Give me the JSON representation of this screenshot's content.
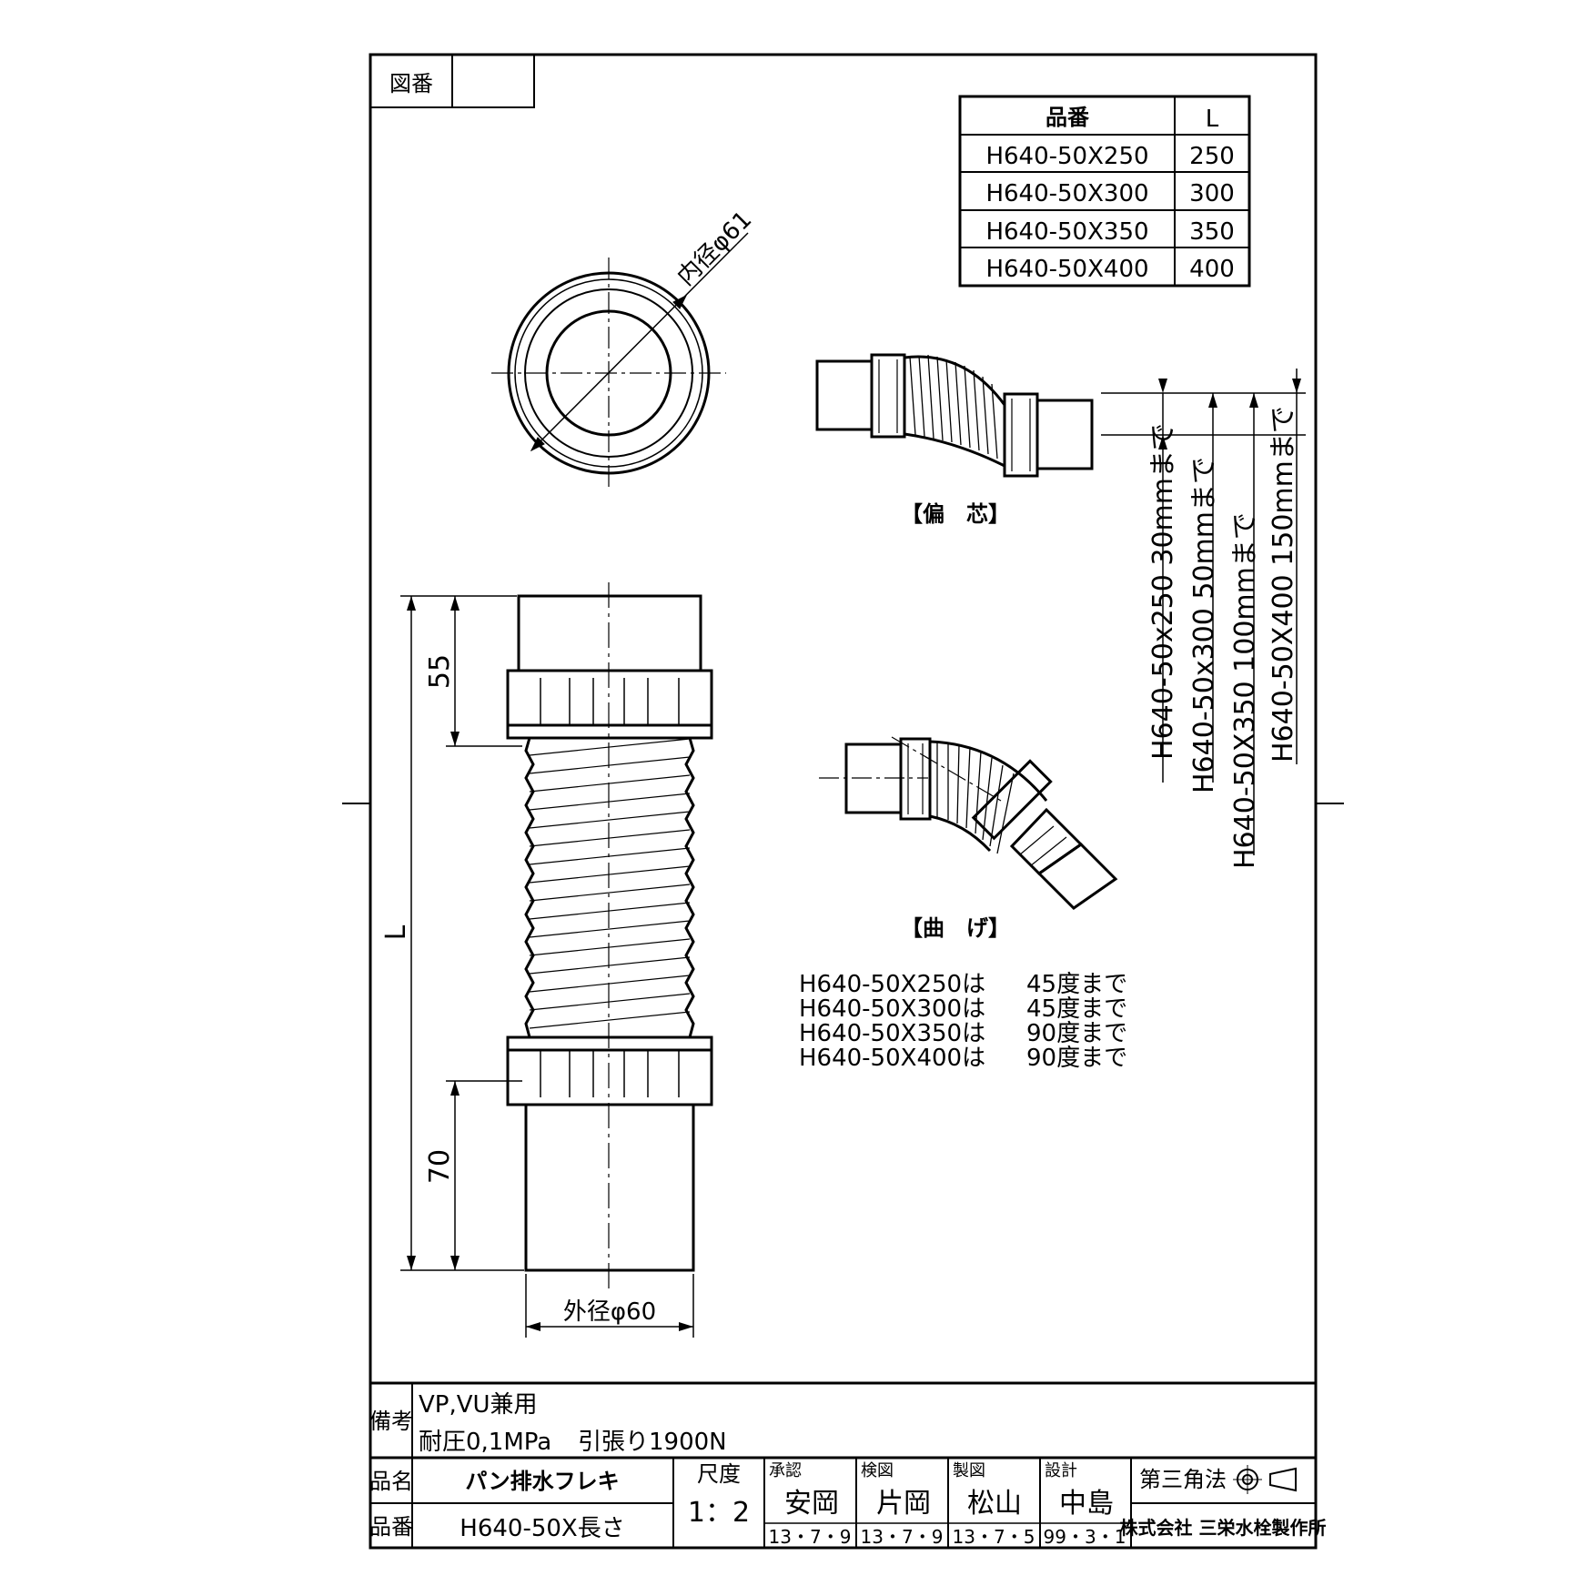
{
  "drawing_no_label": "図番",
  "drawing_no_value": "",
  "length_table": {
    "header_part": "品番",
    "header_len": "L",
    "rows": [
      {
        "part": "H640-50X250",
        "len": "250"
      },
      {
        "part": "H640-50X300",
        "len": "300"
      },
      {
        "part": "H640-50X350",
        "len": "350"
      },
      {
        "part": "H640-50X400",
        "len": "400"
      }
    ]
  },
  "inner_dia_label": "内径φ61",
  "outer_dia_label": "外径φ60",
  "dim_top": "55",
  "dim_bottom": "70",
  "dim_length": "L",
  "offset_caption": "【偏　芯】",
  "bend_caption": "【曲　げ】",
  "offset_specs": [
    "H640-50x250  30mmまで",
    "H640-50x300  50mmまで",
    "H640-50X350  100mmまで",
    "H640-50X400  150mmまで"
  ],
  "bend_specs": [
    {
      "part": "H640-50X250は",
      "value": "45度まで"
    },
    {
      "part": "H640-50X300は",
      "value": "45度まで"
    },
    {
      "part": "H640-50X350は",
      "value": "90度まで"
    },
    {
      "part": "H640-50X400は",
      "value": "90度まで"
    }
  ],
  "remarks_label": "備考",
  "remarks_line1": "VP,VU兼用",
  "remarks_line2a": "耐圧0,1MPa",
  "remarks_line2b": "引張り1900N",
  "name_label": "品名",
  "name_value": "パン排水フレキ",
  "part_label": "品番",
  "part_value": "H640-50X長さ",
  "scale_label": "尺度",
  "scale_value": "1：2",
  "approvals": [
    {
      "role": "承認",
      "name": "安岡",
      "date": "13・7・9"
    },
    {
      "role": "検図",
      "name": "片岡",
      "date": "13・7・9"
    },
    {
      "role": "製図",
      "name": "松山",
      "date": "13・7・5"
    },
    {
      "role": "設計",
      "name": "中島",
      "date": "99・3・1"
    }
  ],
  "projection_label": "第三角法",
  "company": "株式会社 三栄水栓製作所"
}
